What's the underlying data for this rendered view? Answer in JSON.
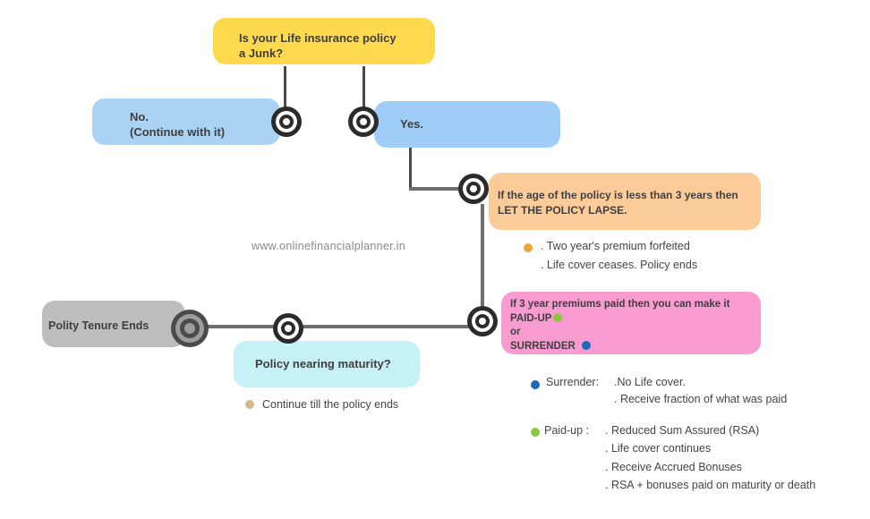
{
  "watermark": "www.onlinefinancialplanner.in",
  "colors": {
    "question": "#fdd94e",
    "no_box": "#a9d2f3",
    "yes_box": "#9fcdf7",
    "lapse_box": "#fbcb9a",
    "paidup_box": "#f79bd0",
    "maturity_box": "#c6f1f6",
    "ends_box": "#bdbdbd",
    "dot_orange": "#f0a33a",
    "dot_green": "#8cc63f",
    "dot_blue": "#1c6ab8",
    "dot_tan": "#d8b68b"
  },
  "nodes": {
    "question": {
      "line1": "Is your Life insurance policy",
      "line2": "a Junk?"
    },
    "no": {
      "line1": "No.",
      "line2": "(Continue with it)"
    },
    "yes": {
      "label": "Yes."
    },
    "lapse": {
      "line1": "If the age of the policy is less than 3 years then",
      "line2": "LET THE POLICY LAPSE."
    },
    "paidup": {
      "line1": "If 3 year premiums paid then you can make it",
      "line2": "PAID-UP",
      "line3": "or",
      "line4": "SURRENDER"
    },
    "maturity": {
      "label": "Policy nearing maturity?"
    },
    "ends": {
      "label": "Polity Tenure Ends"
    }
  },
  "notes": {
    "lapse": [
      ". Two year's premium forfeited",
      ". Life cover ceases. Policy ends"
    ],
    "surrender_label": "Surrender:",
    "surrender": [
      ".No Life cover.",
      ". Receive fraction of what was paid"
    ],
    "paidup_label": "Paid-up :",
    "paidup": [
      ". Reduced Sum Assured (RSA)",
      ". Life cover continues",
      ". Receive Accrued Bonuses",
      ". RSA + bonuses paid on maturity or death"
    ],
    "maturity": "Continue till the policy ends"
  }
}
